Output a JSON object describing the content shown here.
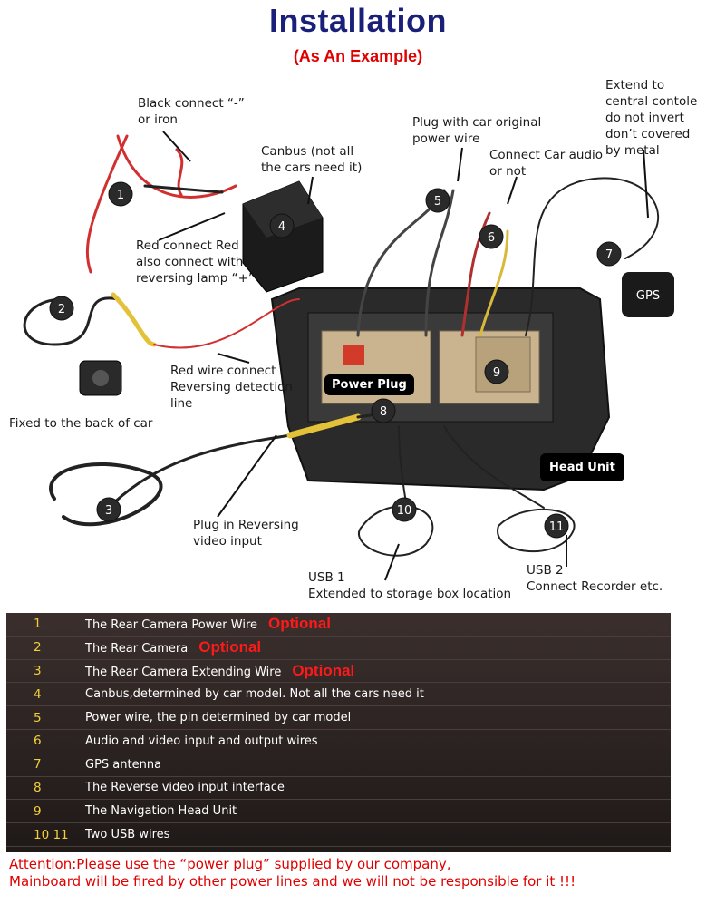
{
  "header": {
    "title": "Installation",
    "subtitle": "(As An Example)"
  },
  "labels": {
    "black_connect": "Black connect “-”\nor iron",
    "canbus": "Canbus (not all\nthe cars need it)",
    "plug_power": "Plug with car original\npower wire",
    "connect_audio": "Connect Car audio\nor not",
    "extend_gps": "Extend to\ncentral contole\ndo not invert\ndon’t covered\nby metal",
    "red_connect": "Red connect Red\nalso connect with\nreversing lamp “+”",
    "red_wire": "Red wire connect\nReversing detection\nline",
    "fixed_back": "Fixed to the back of car",
    "plug_reversing": "Plug in Reversing\nvideo input",
    "usb1": "USB 1\nExtended to storage box location",
    "usb2": "USB 2\nConnect Recorder etc.",
    "power_plug": "Power Plug",
    "head_unit": "Head Unit",
    "gps": "GPS"
  },
  "markers": [
    "1",
    "2",
    "3",
    "4",
    "5",
    "6",
    "7",
    "8",
    "9",
    "10",
    "11"
  ],
  "legend": [
    {
      "num": "1",
      "text": "The Rear Camera Power Wire",
      "optional": "Optional"
    },
    {
      "num": "2",
      "text": "The Rear Camera",
      "optional": "Optional"
    },
    {
      "num": "3",
      "text": "The Rear Camera Extending Wire",
      "optional": "Optional"
    },
    {
      "num": "4",
      "text": "Canbus,determined by car model. Not all the cars need it",
      "optional": ""
    },
    {
      "num": "5",
      "text": "Power wire, the pin determined by car model",
      "optional": ""
    },
    {
      "num": "6",
      "text": "Audio and video input and output wires",
      "optional": ""
    },
    {
      "num": "7",
      "text": "GPS antenna",
      "optional": ""
    },
    {
      "num": "8",
      "text": "The Reverse video input interface",
      "optional": ""
    },
    {
      "num": "9",
      "text": "The Navigation Head Unit",
      "optional": ""
    },
    {
      "num": "10  11",
      "text": "Two USB wires",
      "optional": ""
    }
  ],
  "attention": {
    "line1": "Attention:Please use the “power plug” supplied by our company,",
    "line2": "Mainboard will be fired by other power lines and we will not be responsible for it !!!"
  },
  "colors": {
    "title": "#1a1f7a",
    "accent_red": "#e00000",
    "legend_number": "#f2cf3a",
    "table_bg": "#2b2221"
  }
}
